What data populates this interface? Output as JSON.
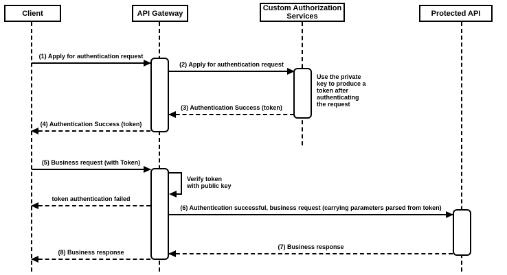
{
  "diagram": {
    "type": "uml-sequence",
    "colors": {
      "line": "#000000",
      "background": "#ffffff",
      "box_fill": "#ffffff",
      "text": "#000000"
    }
  },
  "participants": [
    {
      "id": "client",
      "label": "Client"
    },
    {
      "id": "api-gateway",
      "label": "API Gateway"
    },
    {
      "id": "custom-auth-services",
      "label": "Custom Authorization\nServices"
    },
    {
      "id": "protected-api",
      "label": "Protected API"
    }
  ],
  "messages": [
    {
      "seq": 1,
      "label": "(1) Apply for authentication request",
      "from": "Client",
      "to": "API Gateway",
      "style": "solid"
    },
    {
      "seq": 2,
      "label": "(2) Apply for authentication request",
      "from": "API Gateway",
      "to": "Custom Authorization Services",
      "style": "solid"
    },
    {
      "seq": 3,
      "label": "(3) Authentication Success (token)",
      "from": "Custom Authorization Services",
      "to": "API Gateway",
      "style": "dashed"
    },
    {
      "seq": 4,
      "label": "(4) Authentication Success (token)",
      "from": "API Gateway",
      "to": "Client",
      "style": "dashed"
    },
    {
      "seq": 5,
      "label": "(5) Business request (with Token)",
      "from": "Client",
      "to": "API Gateway",
      "style": "solid"
    },
    {
      "seq": null,
      "label": "token authentication failed",
      "from": "API Gateway",
      "to": "Client",
      "style": "dashed"
    },
    {
      "seq": 6,
      "label": "(6) Authentication successful, business request (carrying parameters parsed from token)",
      "from": "API Gateway",
      "to": "Protected API",
      "style": "solid"
    },
    {
      "seq": 7,
      "label": "(7) Business response",
      "from": "Protected API",
      "to": "API Gateway",
      "style": "dashed"
    },
    {
      "seq": 8,
      "label": "(8) Business response",
      "from": "API Gateway",
      "to": "Client",
      "style": "dashed"
    }
  ],
  "self_message": {
    "label": "Verify token\nwith public key",
    "on": "API Gateway",
    "style": "self"
  },
  "note": {
    "text": "Use the private\nkey to produce a\ntoken after\nauthenticating\nthe request",
    "attached_to": "Custom Authorization Services"
  }
}
